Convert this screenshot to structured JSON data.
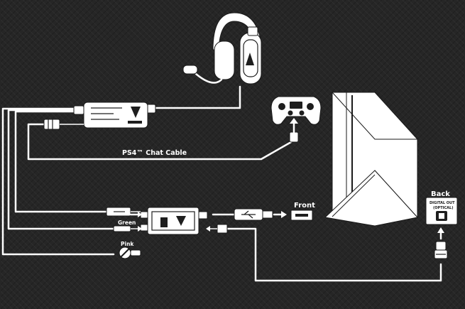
{
  "labels": {
    "chat_cable": "PS4™ Chat Cable",
    "green": "Green",
    "pink": "Pink",
    "front": "Front",
    "back": "Back",
    "digital_out_line1": "DIGITAL OUT",
    "digital_out_line2": "(OPTICAL)"
  },
  "colors": {
    "background": "#262626",
    "line": "#ffffff"
  },
  "icons": [
    "headset-icon",
    "amplifier-icon",
    "controller-icon",
    "console-icon",
    "transmitter-icon",
    "usb-plug-icon",
    "usb-port-icon",
    "optical-port-icon",
    "optical-plug-icon",
    "no-connect-icon",
    "arrow-icon"
  ]
}
